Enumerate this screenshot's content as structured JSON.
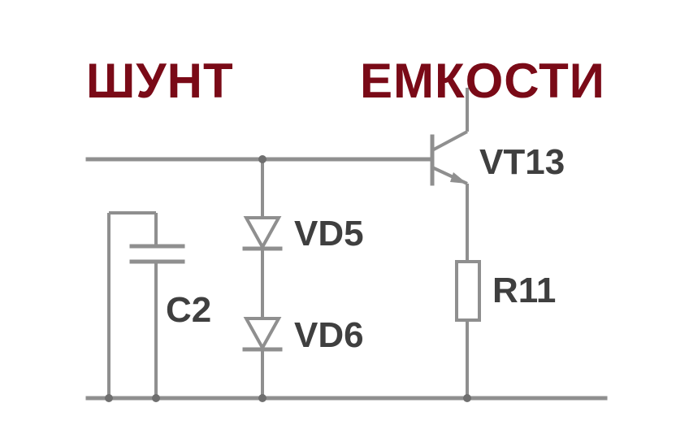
{
  "title": {
    "left": "ШУНТ",
    "right": "ЕМКОСТИ"
  },
  "components": {
    "transistor": "VT13",
    "diode_top": "VD5",
    "diode_bottom": "VD6",
    "capacitor": "C2",
    "resistor": "R11"
  },
  "colors": {
    "title": "#7a0a17",
    "wire": "#8f8f8f",
    "label": "#3f3f3f"
  }
}
